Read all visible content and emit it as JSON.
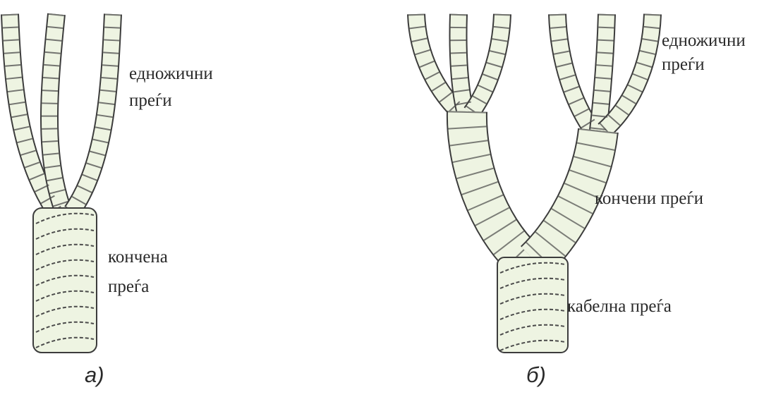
{
  "colors": {
    "rope_fill": "#eef4e2",
    "rope_outline": "#3c3c3c",
    "twist_line": "#4a4a4a",
    "label_text": "#2a2a2a"
  },
  "panel_a": {
    "caption": "а)",
    "label_singles": [
      "едножични",
      "преѓи"
    ],
    "label_stranded": [
      "кончена",
      "преѓа"
    ]
  },
  "panel_b": {
    "caption": "б)",
    "label_singles": [
      "едножични",
      "преѓи"
    ],
    "label_stranded": "кончени преѓи",
    "label_cabled": "кабелна преѓа"
  }
}
